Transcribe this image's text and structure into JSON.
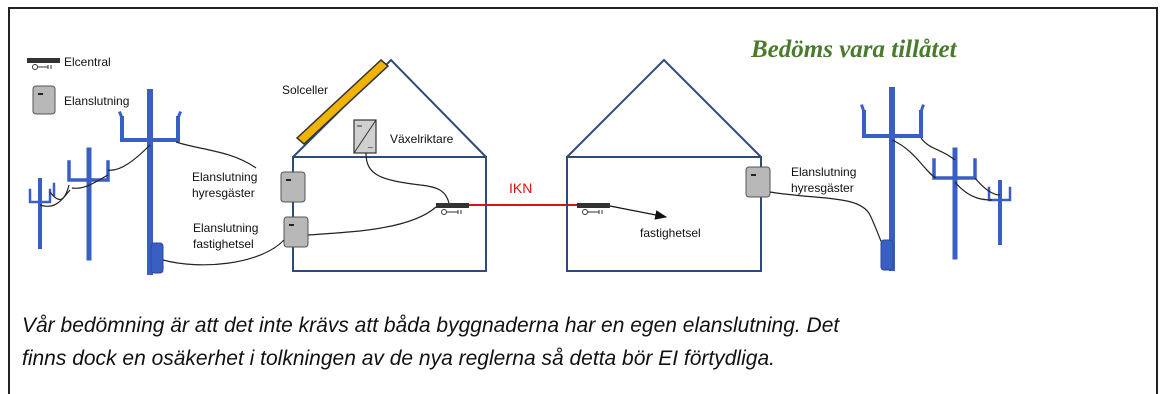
{
  "legend": {
    "elcentral": "Elcentral",
    "elanslutning": "Elanslutning"
  },
  "verdict": "Bedöms vara tillåtet",
  "labels": {
    "solceller": "Solceller",
    "vaxelriktare": "Växelriktare",
    "elanslutning_hyresgaster_left_1": "Elanslutning",
    "elanslutning_hyresgaster_left_2": "hyresgäster",
    "elanslutning_fastighetsel_1": "Elanslutning",
    "elanslutning_fastighetsel_2": "fastighetsel",
    "ikn": "IKN",
    "fastighetsel": "fastighetsel",
    "elanslutning_hyresgaster_right_1": "Elanslutning",
    "elanslutning_hyresgaster_right_2": "hyresgäster"
  },
  "caption": {
    "line1": "Vår bedömning är att det inte krävs att båda byggnaderna har en egen elanslutning. Det",
    "line2": "finns dock en osäkerhet i tolkningen av de nya reglerna så detta bör EI förtydliga."
  },
  "colors": {
    "building": "#2e4a7d",
    "pole": "#3a5fc4",
    "ikn_line": "#e01010",
    "solar_panel": "#f0b400",
    "verdict": "#4a7a2c"
  }
}
